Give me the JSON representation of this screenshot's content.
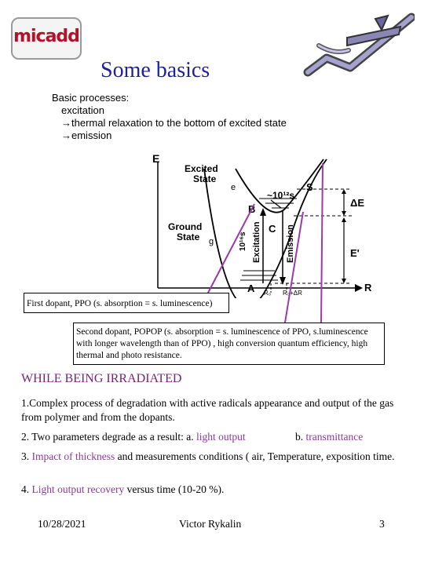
{
  "logo": {
    "text": "micadd"
  },
  "title": "Some basics",
  "basic_processes": {
    "heading": "Basic processes:",
    "items": [
      "excitation",
      "→thermal relaxation to the bottom of excited state",
      "→emission"
    ]
  },
  "diagram": {
    "axis_e": "E",
    "axis_r": "R",
    "excited_state": [
      "Excited",
      "State"
    ],
    "excited_symbol": "e",
    "ground_state": [
      "Ground",
      "State"
    ],
    "ground_symbol": "g",
    "point_s": "S",
    "point_b": "B",
    "point_c": "C",
    "point_a": "A",
    "time_top": "~10¹²s",
    "time_side": "10¹⁶s",
    "excitation": "Excitation",
    "emission": "Emission",
    "delta_e": "ΔE",
    "e_prime": "E'",
    "r0": "R₀",
    "r0_dr": "R₀+ΔR"
  },
  "callouts": {
    "first_dopant": "First dopant, PPO (s. absorption = s. luminescence)",
    "second_dopant": "Second dopant, POPOP (s. absorption = s. luminescence of PPO, s.luminescence with longer wavelength than of PPO) , high conversion quantum efficiency, high thermal and photo resistance."
  },
  "section_heading": "WHILE BEING IRRADIATED",
  "points": {
    "p1": "1.Complex process of degradation with active radicals appearance and output of the gas from polymer and from the dopants.",
    "p2_prefix": "2. Two parameters degrade as a result: a. ",
    "p2_a": "light output",
    "p2_b_prefix": "b. ",
    "p2_b": "transmittance",
    "p3_prefix": "3. ",
    "p3_hl": "Impact of thickness",
    "p3_rest": " and measurements conditions ( air, Temperature, exposition time.",
    "p4_prefix": "4. ",
    "p4_hl": "Light output recovery",
    "p4_rest": " versus time (10-20 %)."
  },
  "footer": {
    "date": "10/28/2021",
    "author": "Victor Rykalin",
    "page": "3"
  }
}
